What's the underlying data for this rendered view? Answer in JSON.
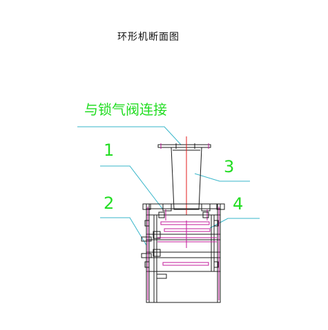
{
  "title": "环形机断面图",
  "callouts": {
    "lock_valve": "与锁气阀连接",
    "n1": "1",
    "n2": "2",
    "n3": "3",
    "n4": "4"
  },
  "colors": {
    "outline": "#1a1a1a",
    "parts": "#c2189a",
    "leader": "#35b5c9",
    "label": "#22dd22",
    "centerline": "#e31b1b"
  }
}
